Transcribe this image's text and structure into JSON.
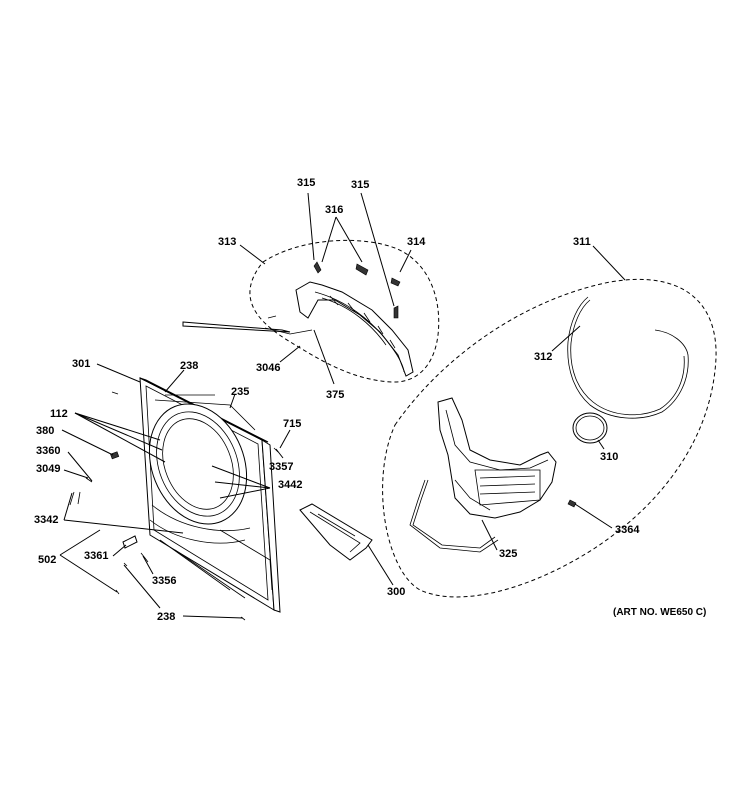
{
  "art_number": "(ART NO. WE650 C)",
  "callouts": {
    "c315a": "315",
    "c315b": "315",
    "c316": "316",
    "c313": "313",
    "c314": "314",
    "c311": "311",
    "c312": "312",
    "c310": "310",
    "c3046": "3046",
    "c375": "375",
    "c301": "301",
    "c238a": "238",
    "c235": "235",
    "c112": "112",
    "c380": "380",
    "c715": "715",
    "c3360": "3360",
    "c3049": "3049",
    "c3357": "3357",
    "c3442": "3442",
    "c3342": "3342",
    "c3364": "3364",
    "c325": "325",
    "c502": "502",
    "c3361": "3361",
    "c3356": "3356",
    "c300": "300",
    "c238b": "238"
  }
}
